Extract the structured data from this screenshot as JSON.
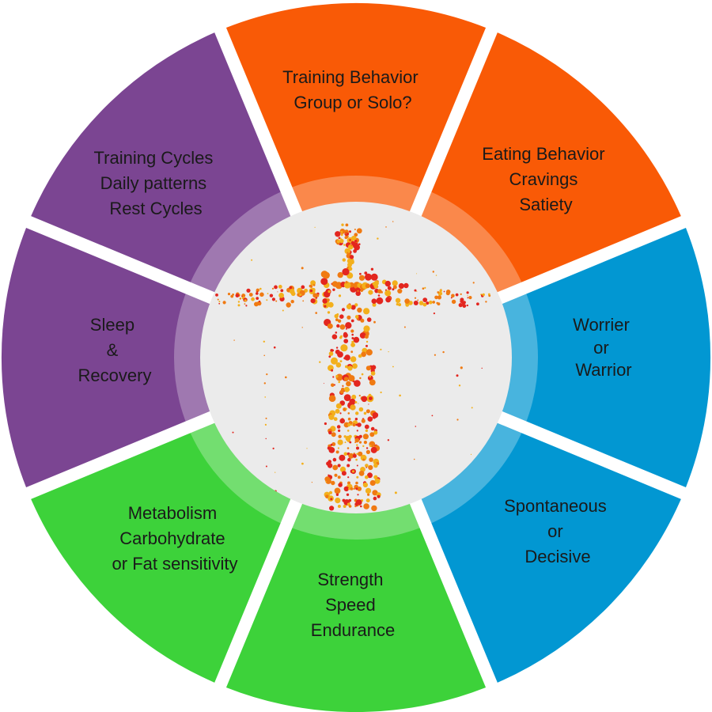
{
  "segments": [
    {
      "id": "training-behavior",
      "group": "orange",
      "lines": [
        "Training Behavior",
        "Group or Solo?"
      ]
    },
    {
      "id": "eating-behavior",
      "group": "orange",
      "lines": [
        "Eating Behavior",
        "Cravings",
        "Satiety"
      ]
    },
    {
      "id": "worrier-warrior",
      "group": "blue",
      "lines": [
        "Worrier",
        "or",
        "Warrior"
      ]
    },
    {
      "id": "spontaneous-decisive",
      "group": "blue",
      "lines": [
        "Spontaneous",
        "or",
        "Decisive"
      ]
    },
    {
      "id": "strength-speed-endurance",
      "group": "green",
      "lines": [
        "Strength",
        "Speed",
        "Endurance"
      ]
    },
    {
      "id": "metabolism",
      "group": "green",
      "lines": [
        "Metabolism",
        "Carbohydrate",
        "or Fat sensitivity"
      ]
    },
    {
      "id": "sleep-recovery",
      "group": "purple",
      "lines": [
        "Sleep",
        "&",
        "Recovery"
      ]
    },
    {
      "id": "training-cycles",
      "group": "purple",
      "lines": [
        "Training Cycles",
        "Daily patterns",
        "Rest Cycles"
      ]
    }
  ],
  "colors": {
    "orange": "#f95a06",
    "blue": "#0297d2",
    "green": "#3dd23a",
    "purple": "#7b4592",
    "center": "#ebebeb",
    "dots_red": "#e3261f",
    "dots_orange": "#f07a12",
    "dots_gold": "#f3b01c"
  },
  "center_figure": {
    "icon": "dna-human-figure-icon"
  }
}
